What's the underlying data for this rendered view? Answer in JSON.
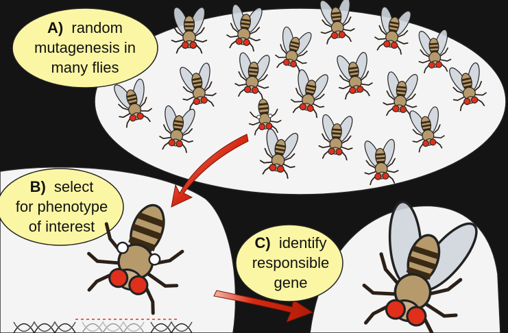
{
  "steps": {
    "a": {
      "key": "A)",
      "line1": "random",
      "line2": "mutagenesis in",
      "line3": "many flies"
    },
    "b": {
      "key": "B)",
      "line1": "select",
      "line2": "for phenotype",
      "line3": "of interest"
    },
    "c": {
      "key": "C)",
      "line1": "identify",
      "line2": "responsible",
      "line3": "gene"
    }
  },
  "colors": {
    "background": "#141414",
    "bubble": "#f4f4f4",
    "label_fill": "#fbf6a4",
    "arrow": "#d62a12",
    "fly_eye": "#e0301c",
    "fly_thorax": "#b79a6c",
    "fly_abdomen_band": "#3a2a14",
    "fly_wing": "#cfd6dd"
  },
  "icons": [
    "fly-icon",
    "curved-arrow-icon",
    "dna-helix-icon"
  ]
}
